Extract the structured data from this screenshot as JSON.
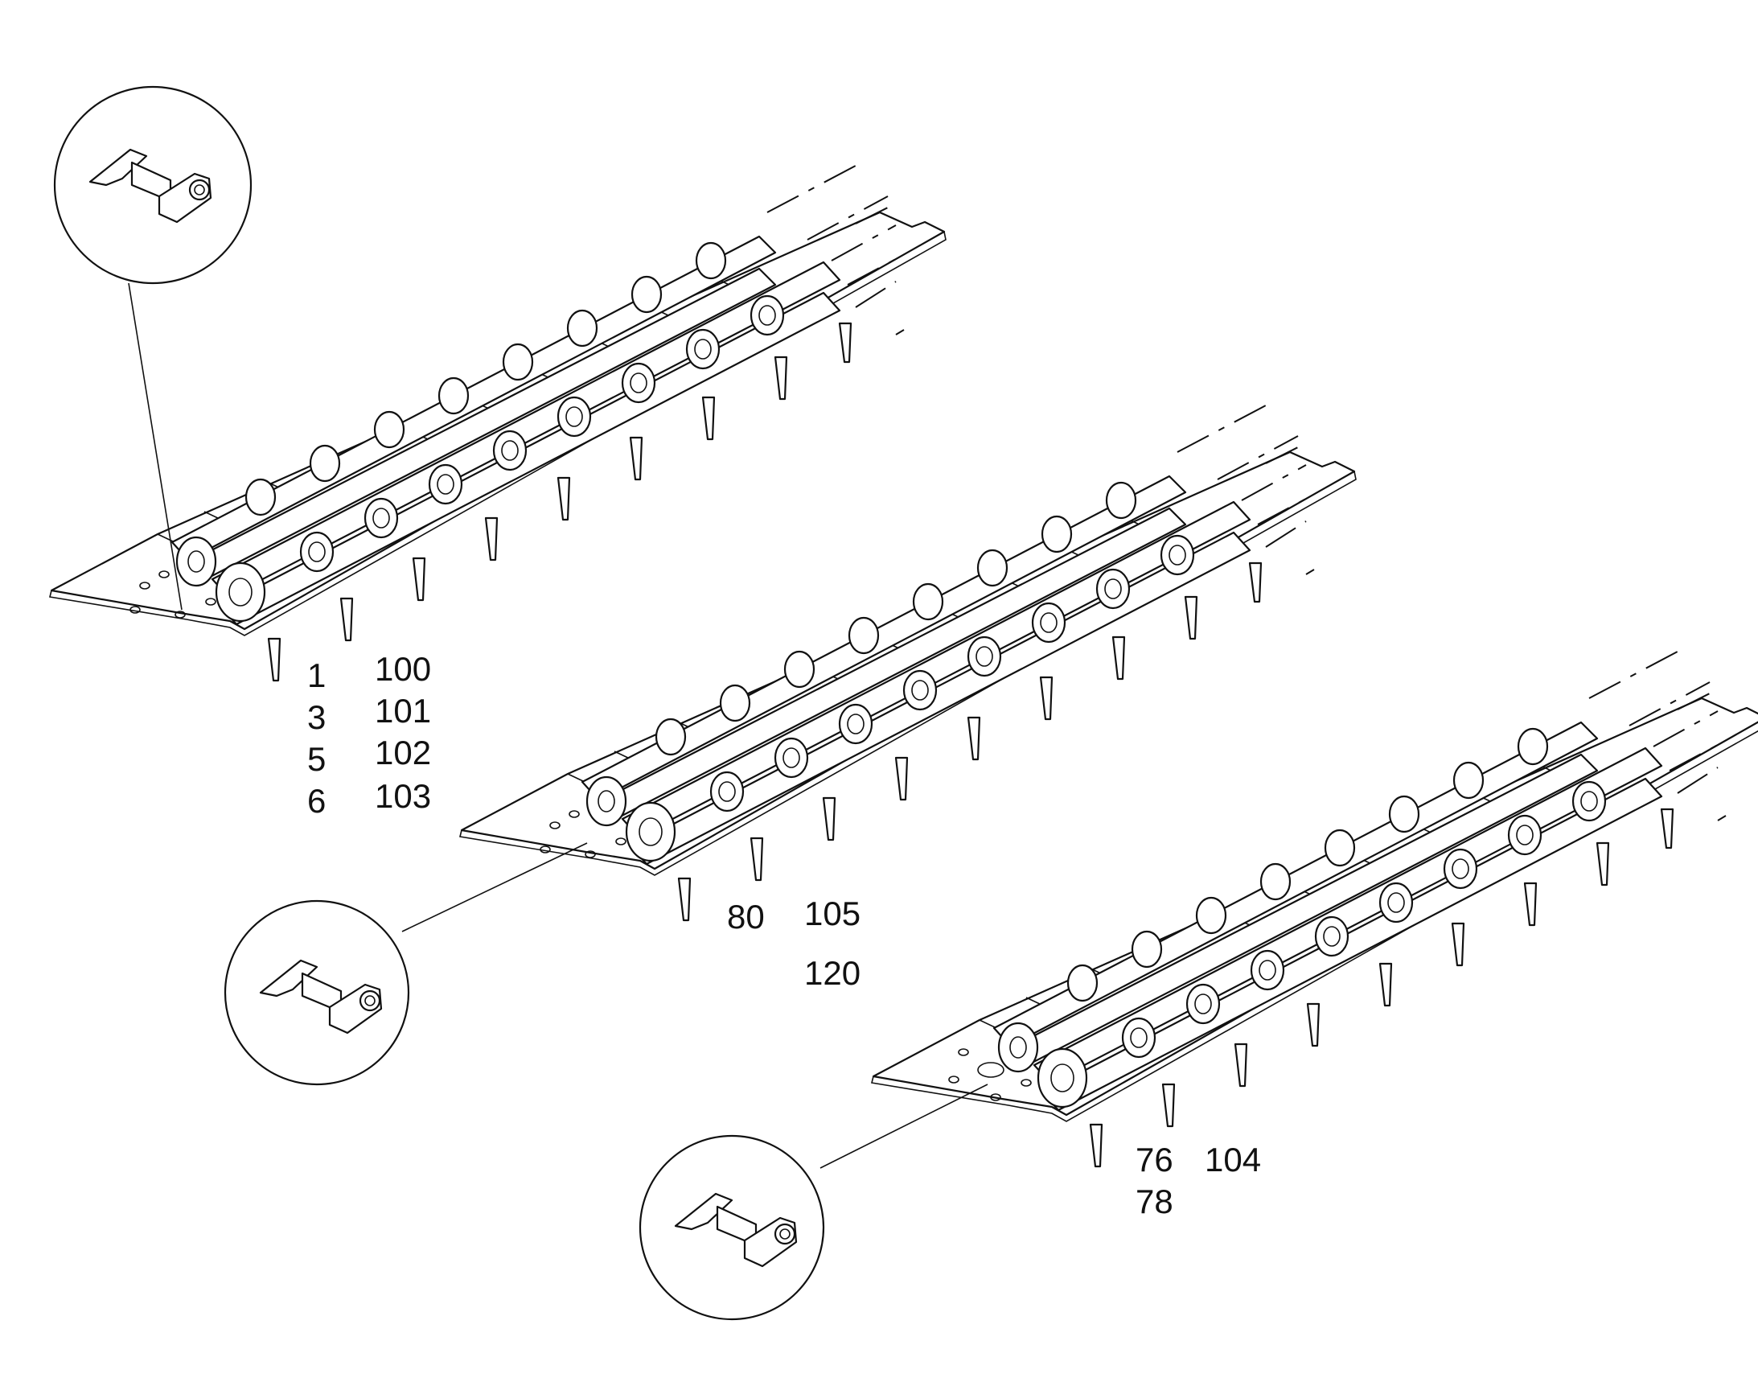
{
  "assemblies": [
    {
      "id": "assembly-1",
      "part_numbers_left": [
        "1",
        "3",
        "5",
        "6"
      ],
      "part_numbers_right": [
        "100",
        "101",
        "102",
        "103"
      ]
    },
    {
      "id": "assembly-2",
      "part_numbers_left": [
        "80"
      ],
      "part_numbers_right": [
        "105",
        "120"
      ]
    },
    {
      "id": "assembly-3",
      "part_numbers_left": [
        "76",
        "78"
      ],
      "part_numbers_right": [
        "104"
      ]
    }
  ],
  "detail_views": [
    {
      "name": "detail-view-top",
      "depicts": "bolt-nut-fastener"
    },
    {
      "name": "detail-view-middle",
      "depicts": "bolt-nut-fastener"
    },
    {
      "name": "detail-view-bottom",
      "depicts": "bolt-nut-fastener"
    }
  ]
}
